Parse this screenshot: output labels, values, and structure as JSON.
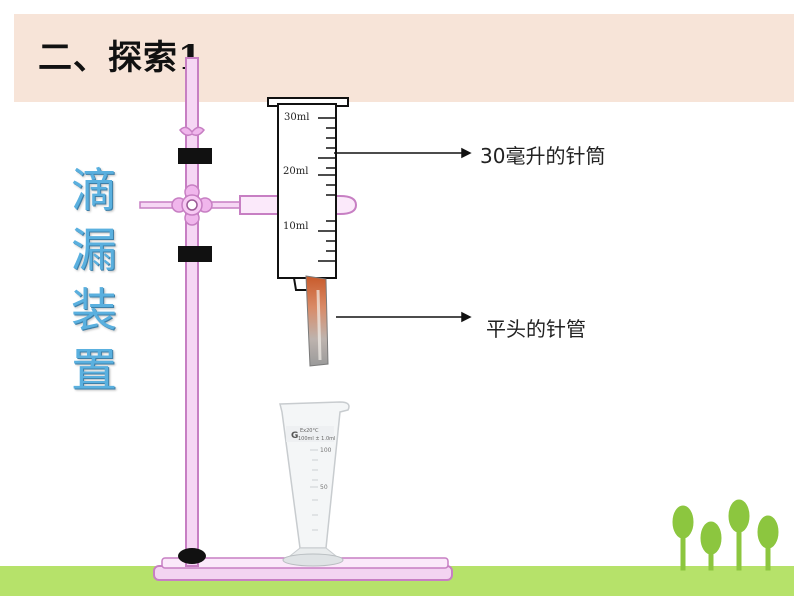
{
  "slide": {
    "title": "二、探索1",
    "vertical_title": [
      "滴",
      "漏",
      "装",
      "置"
    ]
  },
  "labels": {
    "syringe": "30毫升的针筒",
    "needle": "平头的针管"
  },
  "syringe_scale": [
    "30ml",
    "20ml",
    "10ml"
  ],
  "cylinder": {
    "brand_text": "G",
    "spec_text": "Ex20°C",
    "capacity_text": "100ml ± 1.0ml",
    "marks": [
      "100",
      "50"
    ]
  },
  "colors": {
    "title_band": "#f7e4d8",
    "vertical_title": "#5ab0df",
    "stand": "#e3a4e0",
    "sprout": "#8cc63f",
    "grass": "#b6e26a"
  }
}
